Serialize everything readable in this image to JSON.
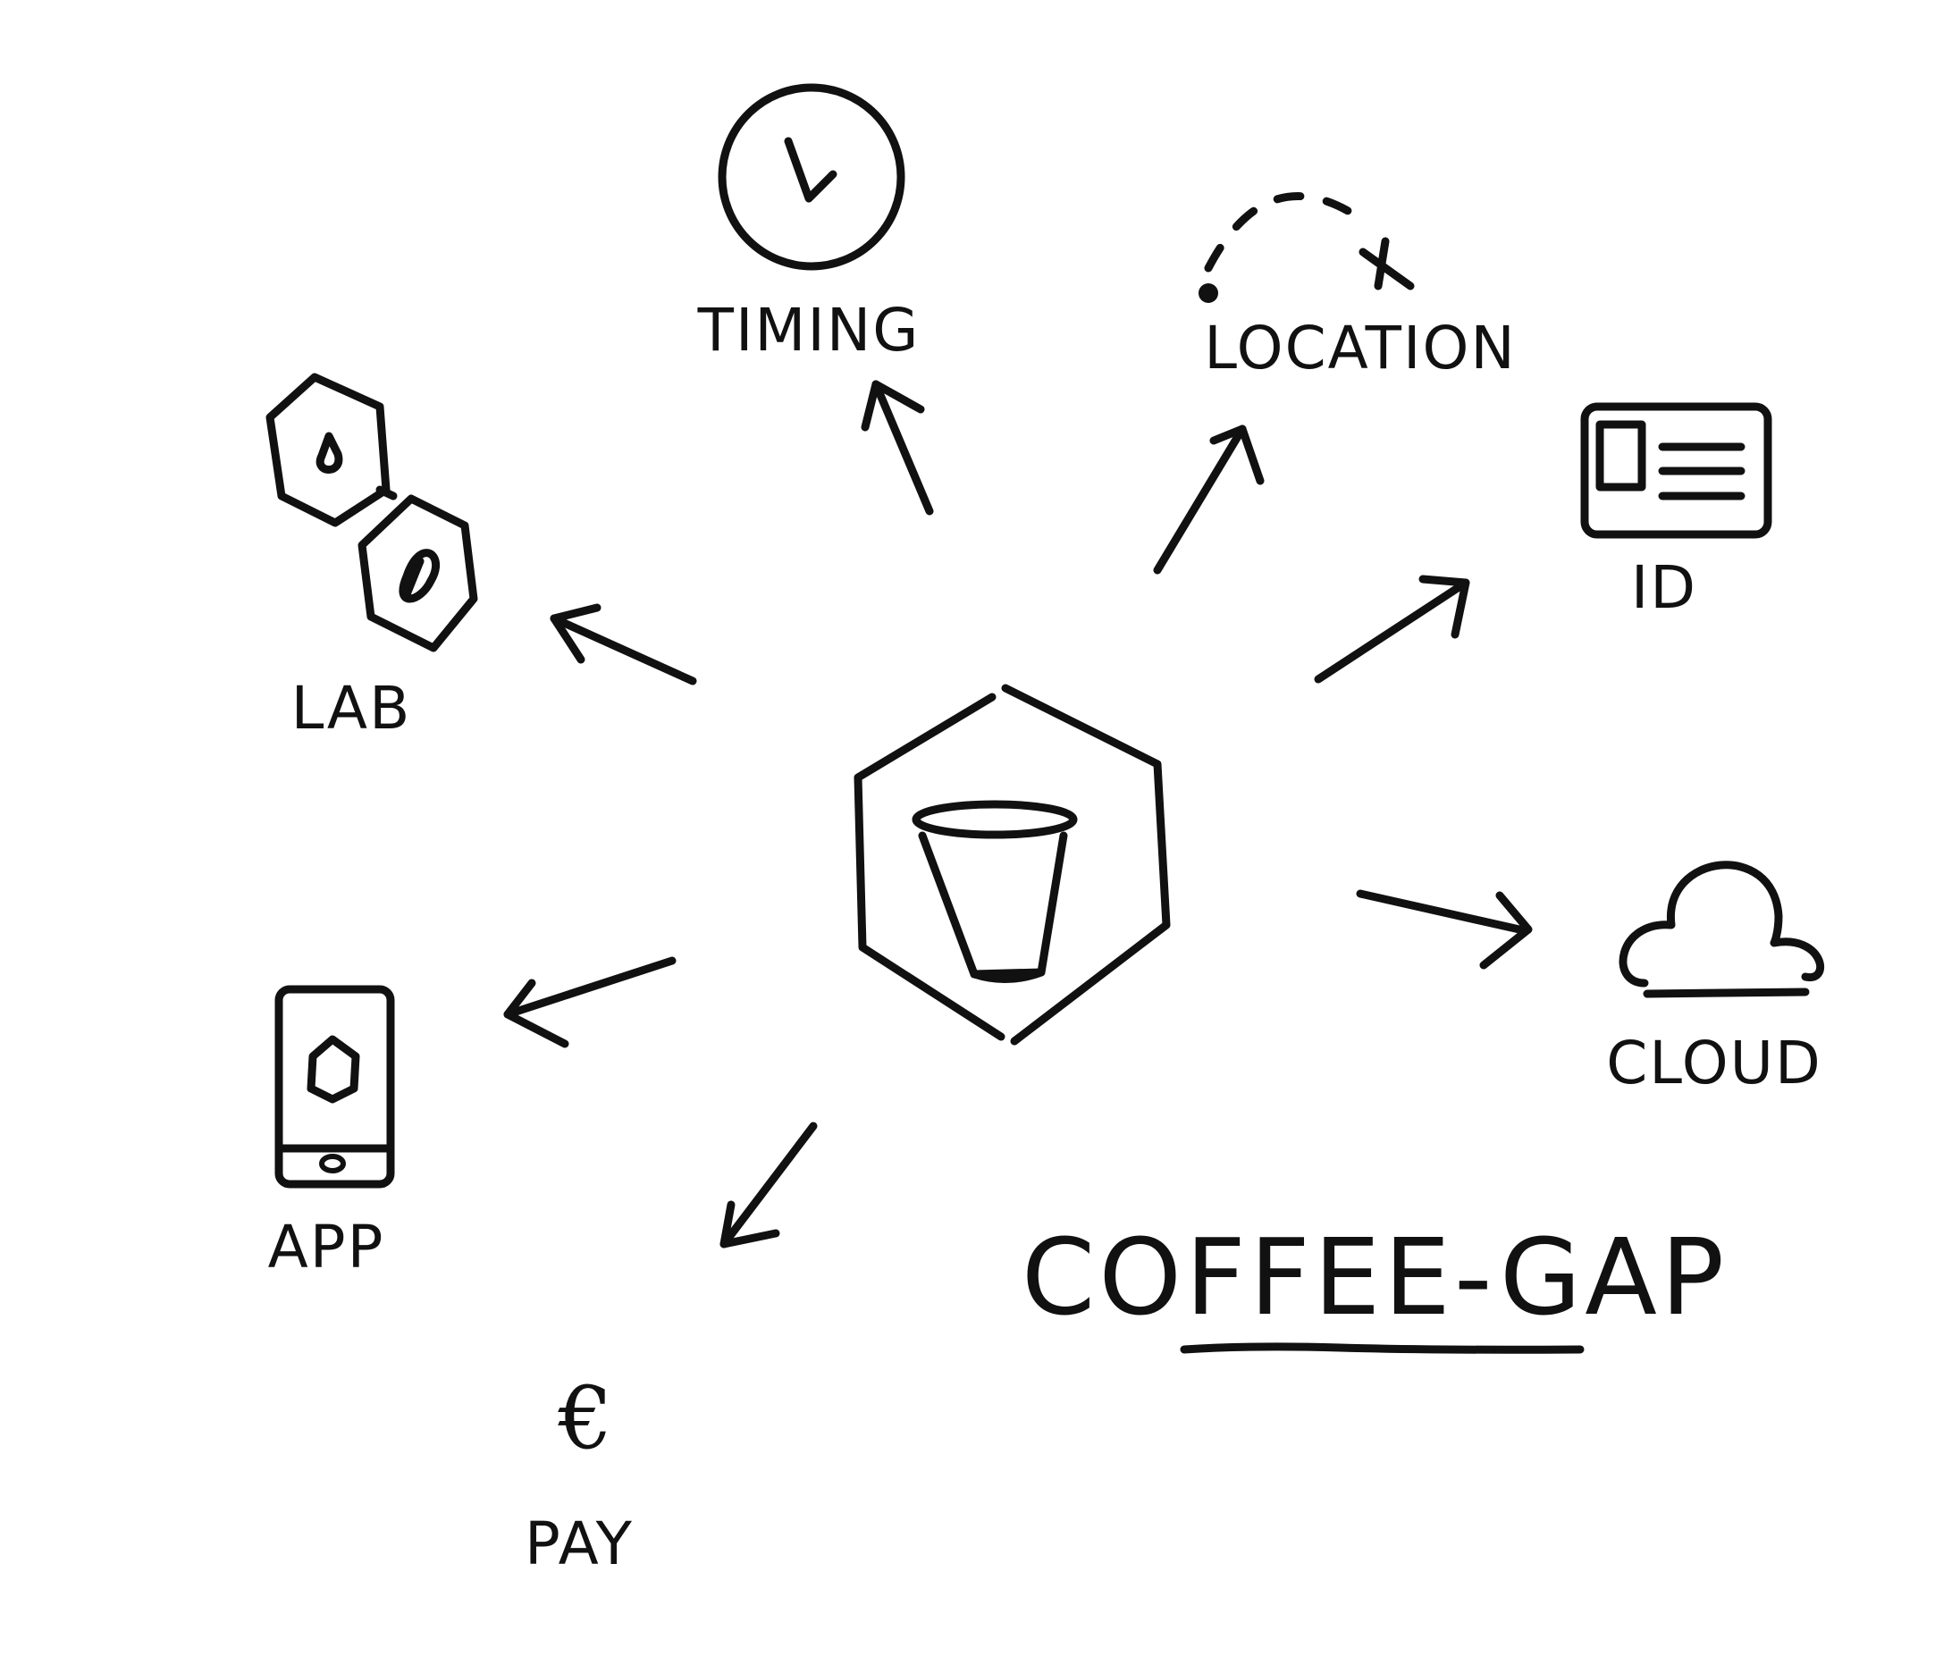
{
  "diagram": {
    "title": "COFFEE-GAP",
    "center": {
      "icon": "coffee-cup-in-hexagon-icon"
    },
    "nodes": [
      {
        "id": "timing",
        "label": "TIMING",
        "icon": "clock-icon"
      },
      {
        "id": "location",
        "label": "LOCATION",
        "icon": "route-path-icon"
      },
      {
        "id": "id",
        "label": "ID",
        "icon": "id-card-icon"
      },
      {
        "id": "cloud",
        "label": "CLOUD",
        "icon": "cloud-icon"
      },
      {
        "id": "pay",
        "label": "PAY",
        "icon": "euro-icon",
        "glyph": "€"
      },
      {
        "id": "app",
        "label": "APP",
        "icon": "smartphone-icon"
      },
      {
        "id": "lab",
        "label": "LAB",
        "icon": "hexagon-molecules-icon"
      }
    ],
    "ink_color": "#111111",
    "background_color": "#ffffff"
  }
}
